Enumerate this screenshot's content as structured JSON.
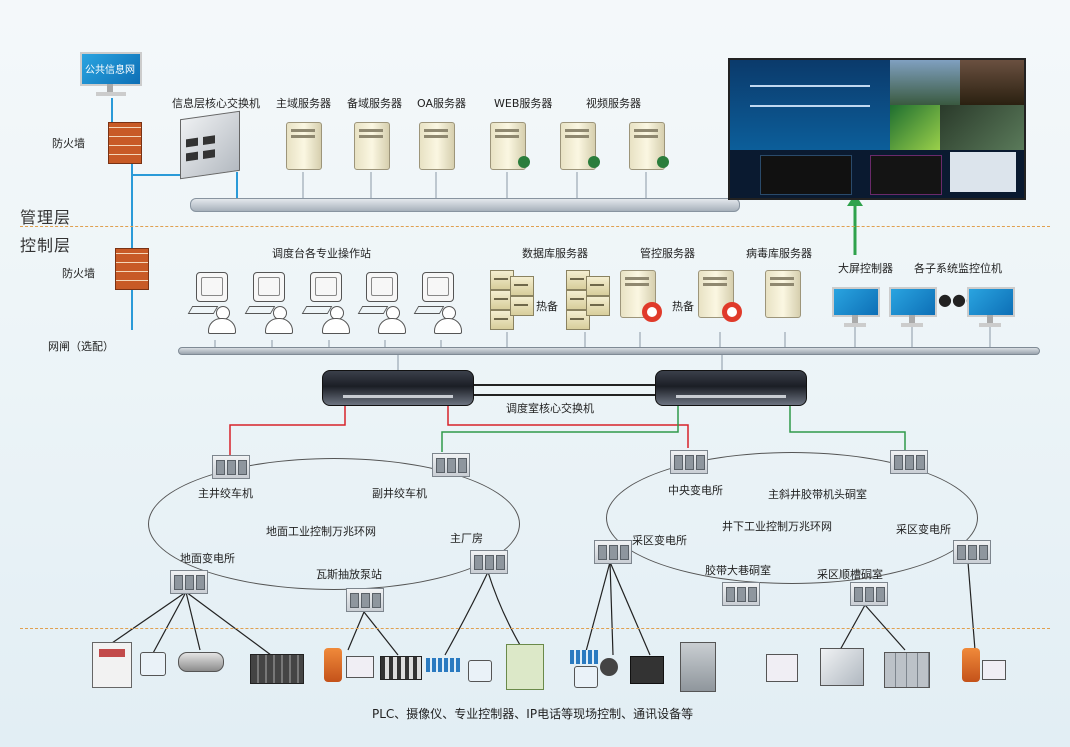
{
  "layers": {
    "management": "管理层",
    "control": "控制层"
  },
  "top": {
    "public_net": "公共信息网",
    "firewall": "防火墙",
    "core_switch": "信息层核心交换机",
    "servers": [
      "主域服务器",
      "备域服务器",
      "OA服务器",
      "WEB服务器",
      "视频服务器"
    ]
  },
  "control": {
    "firewall": "防火墙",
    "gateway": "网闸（选配）",
    "operators": "调度台各专业操作站",
    "db_server": "数据库服务器",
    "mgmt_server": "管控服务器",
    "virus_server": "病毒库服务器",
    "hot_standby_1": "热备",
    "hot_standby_2": "热备",
    "big_screen": "大屏控制器",
    "subsys": "各子系统监控位机",
    "dispatch_switch": "调度室核心交换机"
  },
  "surface_ring": {
    "title": "地面工业控制万兆环网",
    "nodes": [
      "主井绞车机",
      "副井绞车机",
      "地面变电所",
      "瓦斯抽放泵站",
      "主厂房"
    ]
  },
  "underground_ring": {
    "title": "井下工业控制万兆环网",
    "nodes": [
      "中央变电所",
      "主斜井胶带机头硐室",
      "采区变电所",
      "采区变电所",
      "胶带大巷硐室",
      "采区顺槽硐室"
    ]
  },
  "footer": "PLC、摄像仪、专业控制器、IP电话等现场控制、通讯设备等",
  "colors": {
    "red_link": "#d8232a",
    "green_link": "#2f9a4a",
    "green_arrow": "#2fa24c",
    "bus": "#c7ced6",
    "dash": "#e0a050"
  }
}
